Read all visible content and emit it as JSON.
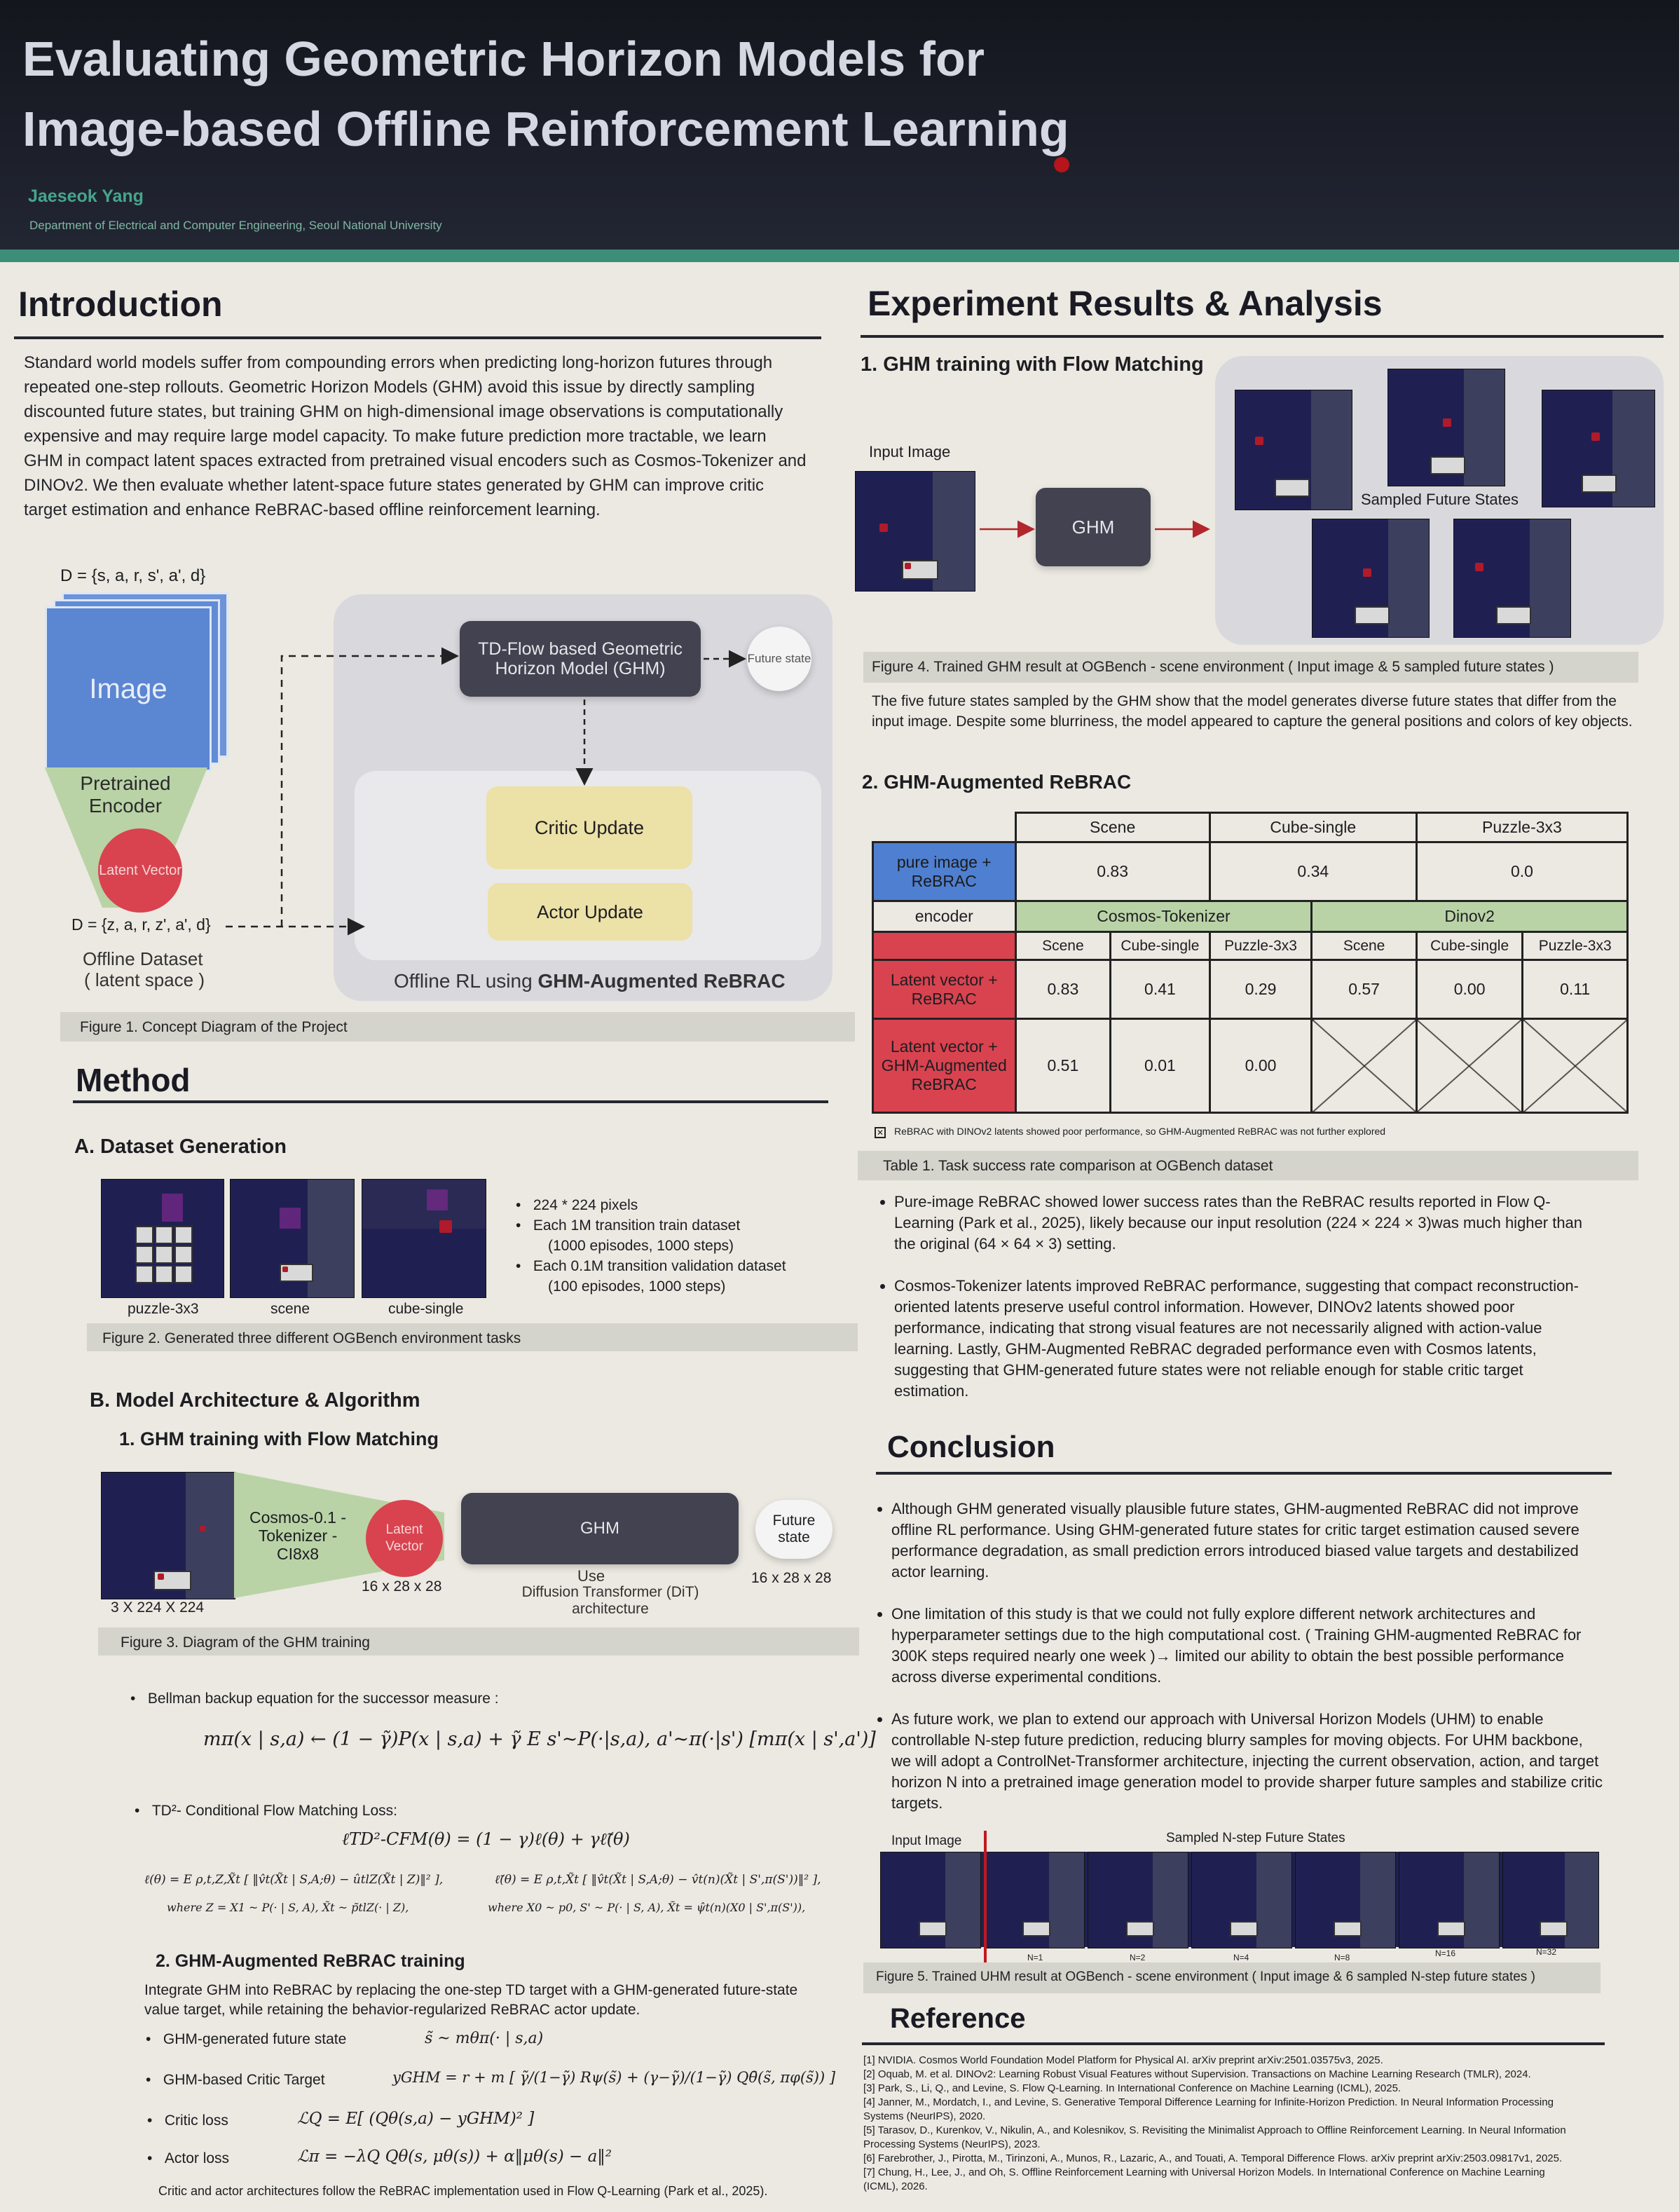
{
  "header": {
    "title_line1": "Evaluating Geometric Horizon Models for",
    "title_line2": "Image-based Offline Reinforcement Learning",
    "author": "Jaeseok Yang",
    "affiliation": "Department of Electrical and Computer Engineering, Seoul National University"
  },
  "intro": {
    "heading": "Introduction",
    "text": "Standard world models suffer from compounding errors when predicting long-horizon futures through repeated one-step rollouts. Geometric Horizon Models (GHM) avoid this issue by directly sampling discounted future states, but training GHM on high-dimensional image observations is computationally expensive and may require large model capacity. To make future prediction more tractable, we learn GHM in compact latent spaces extracted from pretrained visual encoders such as Cosmos-Tokenizer and DINOv2. We then evaluate whether latent-space future states generated by GHM can improve critic target estimation and enhance ReBRAC-based offline reinforcement learning."
  },
  "fig1": {
    "d_top": "D = {s, a, r, s', a', d}",
    "image": "Image",
    "encoder": "Pretrained Encoder",
    "latent": "Latent Vector",
    "d_bottom": "D = {z, a, r, z', a', d}",
    "offline_dataset": "Offline Dataset",
    "latent_space": "( latent space )",
    "ghm_box": "TD-Flow based Geometric Horizon Model (GHM)",
    "future_state": "Future state",
    "critic": "Critic Update",
    "actor": "Actor Update",
    "rl_label_prefix": "Offline RL using ",
    "rl_label_bold": "GHM-Augmented ReBRAC",
    "caption": "Figure 1. Concept Diagram of the Project"
  },
  "method": {
    "heading": "Method",
    "a_heading": "A. Dataset Generation",
    "env_labels": [
      "puzzle-3x3",
      "scene",
      "cube-single"
    ],
    "bullets": [
      "224 * 224 pixels",
      "Each 1M transition train dataset",
      "(1000 episodes, 1000 steps)",
      "Each 0.1M transition validation dataset",
      "(100 episodes, 1000 steps)"
    ],
    "fig2_caption": "Figure 2. Generated three different OGBench environment tasks",
    "b_heading": "B. Model Architecture & Algorithm",
    "b1_heading": "1. GHM training with Flow Matching",
    "fig3": {
      "input_dim": "3 X 224 X 224",
      "encoder": "Cosmos-0.1 -Tokenizer -CI8x8",
      "latent": "Latent Vector",
      "latent_dim": "16 x 28 x 28",
      "ghm": "GHM",
      "use": "Use",
      "dit": "Diffusion Transformer (DiT) architecture",
      "future": "Future state",
      "future_dim": "16 x 28 x 28",
      "caption": "Figure 3. Diagram of the GHM training"
    },
    "bellman_label": "Bellman backup equation for the successor measure :",
    "bellman_eq": "mπ(x | s,a) ← (1 − γ̃)P(x | s,a) + γ̃ E s'~P(·|s,a), a'~π(·|s') [mπ(x | s',a')]",
    "td2_label": "TD²- Conditional Flow Matching Loss:",
    "td2_eq": "ℓTD²-CFM(θ) = (1 − γ)ℓ(θ) + γℓ̃(θ)",
    "loss_left": "ℓ(θ) = E ρ,t,Z,X̃t [ ‖v̂t(X̃t | S,A;θ) − ûtlZ(X̃t | Z)‖² ],",
    "loss_left_where": "where Z = X1 ~ P(· | S, A),  X̃t ~ p̃tlZ(· | Z),",
    "loss_right": "ℓ̃(θ) = E ρ,t,X̃t [ ‖v̂t(X̃t | S,A;θ) − v̂t(n)(X̃t | S',π(S'))‖² ],",
    "loss_right_where": "where X0 ~ p0, S' ~ P(· | S, A),  X̃t = ψ̂t(n)(X0 | S',π(S')),",
    "b2_heading": "2. GHM-Augmented ReBRAC training",
    "b2_text": "Integrate GHM into ReBRAC by replacing the one-step TD target with a GHM-generated future-state value target, while retaining the behavior-regularized ReBRAC actor update.",
    "rows": [
      {
        "label": "GHM-generated future state",
        "eq": "s̃ ~ mθπ(· | s,a)"
      },
      {
        "label": "GHM-based Critic Target",
        "eq": "yGHM = r + m [ γ̃/(1−γ̃) Rψ(s̃) + (γ−γ̃)/(1−γ̃) Qθ̄(s̃, πφ(s̃)) ]"
      },
      {
        "label": "Critic loss",
        "eq": "ℒQ = E[ (Qθ(s,a) − yGHM)² ]"
      },
      {
        "label": "Actor loss",
        "eq": "ℒπ = −λQ Qθ(s, μθ(s)) + α‖μθ(s) − a‖²"
      }
    ],
    "footnote": "Critic and actor architectures follow the ReBRAC implementation used in Flow Q-Learning (Park et al., 2025)."
  },
  "results": {
    "heading": "Experiment Results & Analysis",
    "s1_heading": "1. GHM training with Flow Matching",
    "input_image": "Input Image",
    "ghm": "GHM",
    "sampled": "Sampled Future States",
    "fig4_caption": "Figure 4. Trained GHM result at OGBench - scene environment ( Input image & 5 sampled future states )",
    "fig4_text": "The five future states sampled by the GHM show that the model generates diverse future states that differ from the input image. Despite some blurriness, the model appeared to capture the general positions and colors of key objects.",
    "s2_heading": "2. GHM-Augmented ReBRAC",
    "table": {
      "top_headers": [
        "Scene",
        "Cube-single",
        "Puzzle-3x3"
      ],
      "pure_label": "pure image + ReBRAC",
      "pure_values": [
        "0.83",
        "0.34",
        "0.0"
      ],
      "encoder_label": "encoder",
      "encoders": [
        "Cosmos-Tokenizer",
        "Dinov2"
      ],
      "sub_headers": [
        "Scene",
        "Cube-single",
        "Puzzle-3x3",
        "Scene",
        "Cube-single",
        "Puzzle-3x3"
      ],
      "latent_label": "Latent vector + ReBRAC",
      "latent_values": [
        "0.83",
        "0.41",
        "0.29",
        "0.57",
        "0.00",
        "0.11"
      ],
      "ghm_label": "Latent vector + GHM-Augmented ReBRAC",
      "ghm_values": [
        "0.51",
        "0.01",
        "0.00"
      ],
      "note": "ReBRAC with DINOv2 latents showed poor performance, so GHM-Augmented ReBRAC was not further explored"
    },
    "table_caption": "Table 1. Task success rate comparison at OGBench dataset",
    "bullets": [
      "Pure-image ReBRAC showed lower success rates than the ReBRAC results reported in Flow Q-Learning (Park et al., 2025), likely because our input resolution (224 × 224 × 3)was much higher than the original (64 × 64 × 3) setting.",
      "Cosmos-Tokenizer latents improved ReBRAC performance, suggesting that compact reconstruction-oriented latents preserve useful control information. However, DINOv2 latents showed poor performance, indicating that strong visual features are not necessarily aligned with action-value learning. Lastly, GHM-Augmented ReBRAC degraded performance even with Cosmos latents, suggesting that GHM-generated future states were not reliable enough for stable critic target estimation."
    ]
  },
  "conclusion": {
    "heading": "Conclusion",
    "bullets": [
      "Although GHM generated visually plausible future states, GHM-augmented ReBRAC did not improve offline RL performance. Using GHM-generated future states for critic target estimation caused severe performance degradation, as small prediction errors introduced biased value targets and destabilized actor learning.",
      "One limitation of this study is that we could not fully explore different network architectures and hyperparameter settings due to the high computational cost. ( Training GHM-augmented ReBRAC for 300K steps required nearly one week )→ limited our ability to obtain the best possible performance across diverse experimental conditions.",
      "As future work, we plan to extend our approach with Universal Horizon Models (UHM) to enable controllable N-step future prediction, reducing blurry samples for moving objects. For UHM backbone, we will adopt a ControlNet-Transformer architecture, injecting the current observation, action, and target horizon N into a pretrained image generation model to provide sharper future samples and stabilize critic targets."
    ],
    "fig5_input": "Input Image",
    "fig5_sampled": "Sampled N-step Future States",
    "n_labels": [
      "N=1",
      "N=2",
      "N=4",
      "N=8",
      "N=16",
      "N=32"
    ],
    "fig5_caption": "Figure 5. Trained UHM result at OGBench - scene environment ( Input image & 6 sampled N-step future states )"
  },
  "reference": {
    "heading": "Reference",
    "items": [
      "[1] NVIDIA. Cosmos World Foundation Model Platform for Physical AI. arXiv preprint arXiv:2501.03575v3, 2025.",
      "[2] Oquab, M. et al. DINOv2: Learning Robust Visual Features without Supervision. Transactions on Machine Learning Research (TMLR), 2024.",
      "[3] Park, S., Li, Q., and Levine, S. Flow Q-Learning. In International Conference on Machine Learning (ICML), 2025.",
      "[4] Janner, M., Mordatch, I., and Levine, S. Generative Temporal Difference Learning for Infinite-Horizon Prediction. In Neural Information Processing Systems (NeurIPS), 2020.",
      "[5] Tarasov, D., Kurenkov, V., Nikulin, A., and Kolesnikov, S. Revisiting the Minimalist Approach to Offline Reinforcement Learning. In Neural Information Processing Systems (NeurIPS), 2023.",
      "[6] Farebrother, J., Pirotta, M., Tirinzoni, A., Munos, R., Lazaric, A., and Touati, A. Temporal Difference Flows. arXiv preprint arXiv:2503.09817v1, 2025.",
      "[7] Chung, H., Lee, J., and Oh, S. Offline Reinforcement Learning with Universal Horizon Models. In International Conference on Machine Learning (ICML), 2026."
    ]
  },
  "colors": {
    "header_bg": "#1a1d27",
    "accent_green": "#3c8e78",
    "encoder_green": "#b9d3a6",
    "latent_red": "#d8434f",
    "critic_yellow": "#ece1a6",
    "ghm_dark": "#424250",
    "image_blue": "#5b86d2"
  }
}
